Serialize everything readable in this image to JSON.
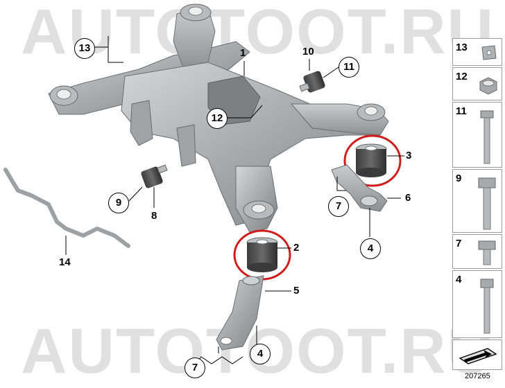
{
  "watermark": {
    "text": "AUTOTOOT.RU"
  },
  "callouts": {
    "c1": "1",
    "c2": "2",
    "c3": "3",
    "c4a": "4",
    "c4b": "4",
    "c5": "5",
    "c6": "6",
    "c7a": "7",
    "c7b": "7",
    "c8": "8",
    "c9": "9",
    "c10": "10",
    "c11": "11",
    "c12": "12",
    "c13": "13",
    "c14": "14"
  },
  "parts_panel": {
    "items": [
      "13",
      "12",
      "11",
      "9",
      "7",
      "4"
    ]
  },
  "reference_number": "207265",
  "colors": {
    "highlight_circle": "#d11a1a",
    "part_gray": "#a9abad",
    "panel_border": "#9a9a9a"
  }
}
